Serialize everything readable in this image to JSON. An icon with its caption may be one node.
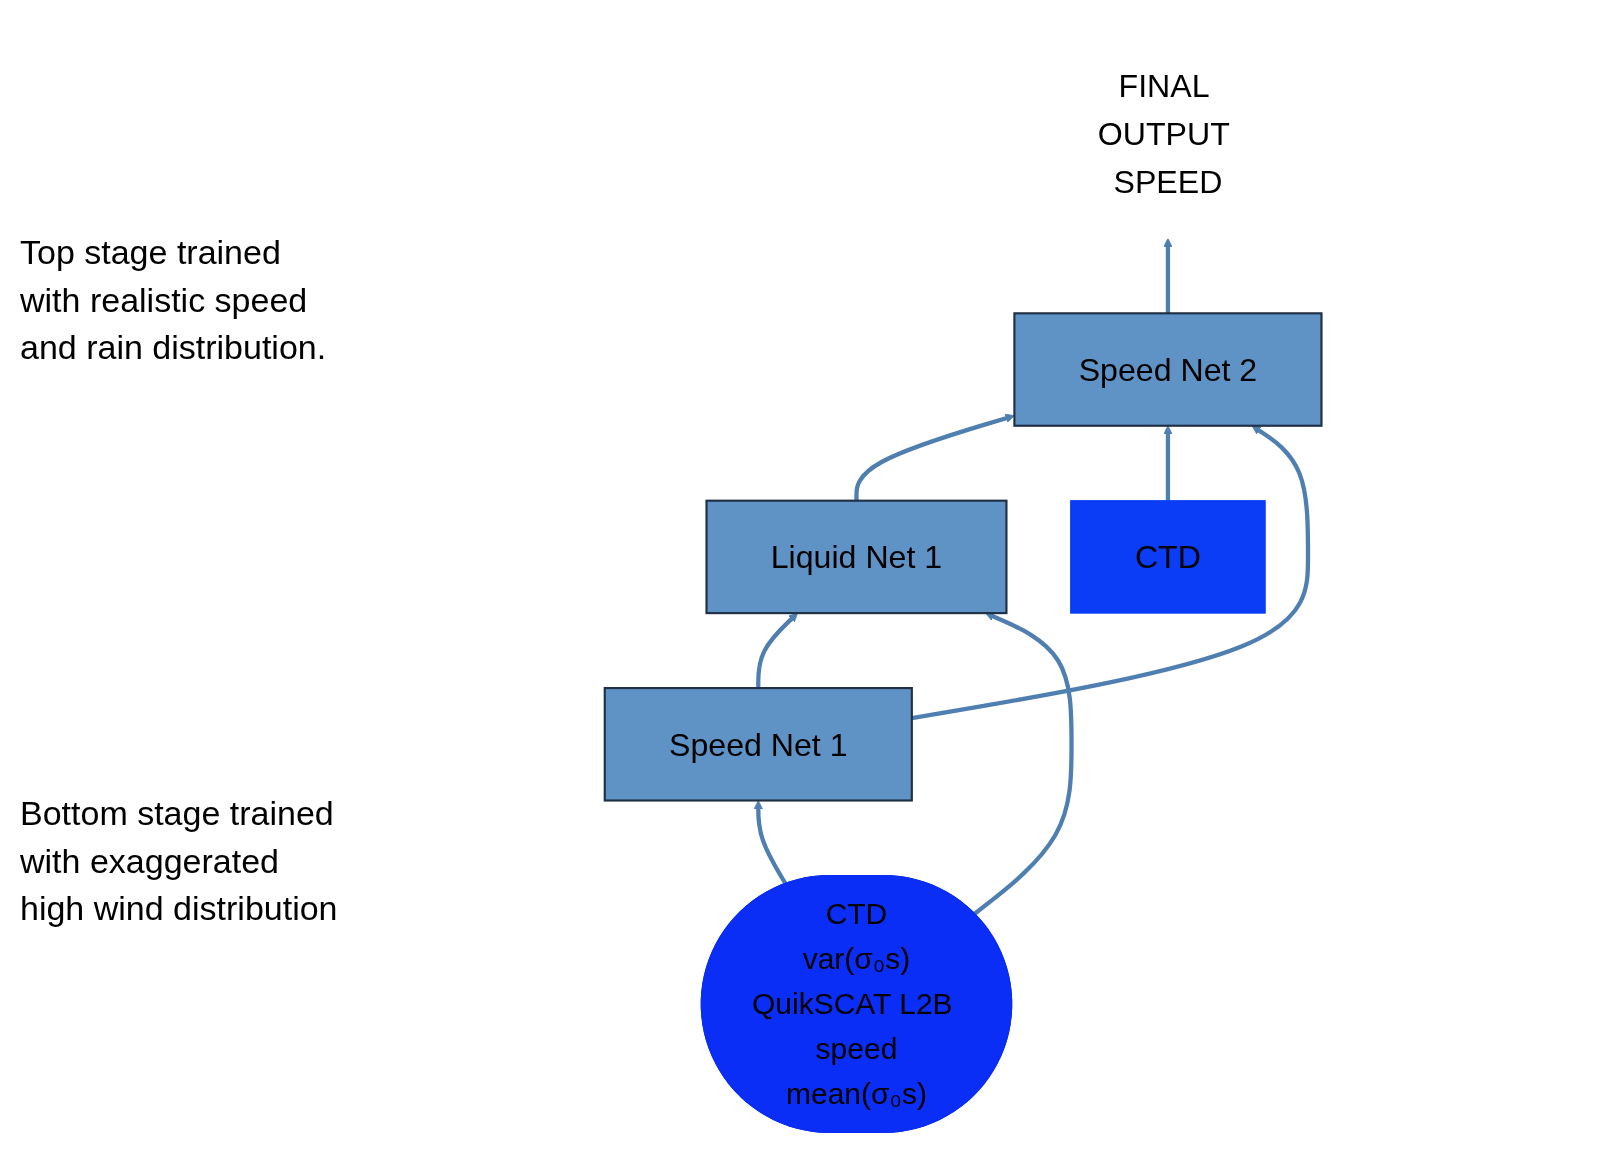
{
  "diagram": {
    "nodes": [
      {
        "text": [
          "Speed Net 2"
        ]
      },
      {
        "text": [
          "Liquid Net 1"
        ]
      },
      {
        "text": [
          "CTD"
        ]
      },
      {
        "text": [
          "Speed Net 1"
        ]
      },
      {
        "text": [
          "CTD",
          "var(σ₀s)",
          "QuikSCAT L2B speed",
          "mean(σ₀s)"
        ]
      },
      {
        "text": [
          "FINAL OUTPUT SPEED"
        ]
      }
    ],
    "edges": [
      {
        "from": 1,
        "to": 0,
        "arrow": "to"
      },
      {
        "from": 2,
        "to": 0,
        "arrow": "to"
      },
      {
        "from": 3,
        "to": 0,
        "arrow": "to"
      },
      {
        "from": 3,
        "to": 1,
        "arrow": "to"
      },
      {
        "from": 4,
        "to": 1,
        "arrow": "to"
      },
      {
        "from": 4,
        "to": 3,
        "arrow": "to"
      },
      {
        "from": 0,
        "to": 5,
        "arrow": "to"
      }
    ],
    "labels": [
      "Top stage trained with realistic speed and rain distribution.",
      "Bottom stage trained with exaggerated high wind distribution"
    ]
  }
}
